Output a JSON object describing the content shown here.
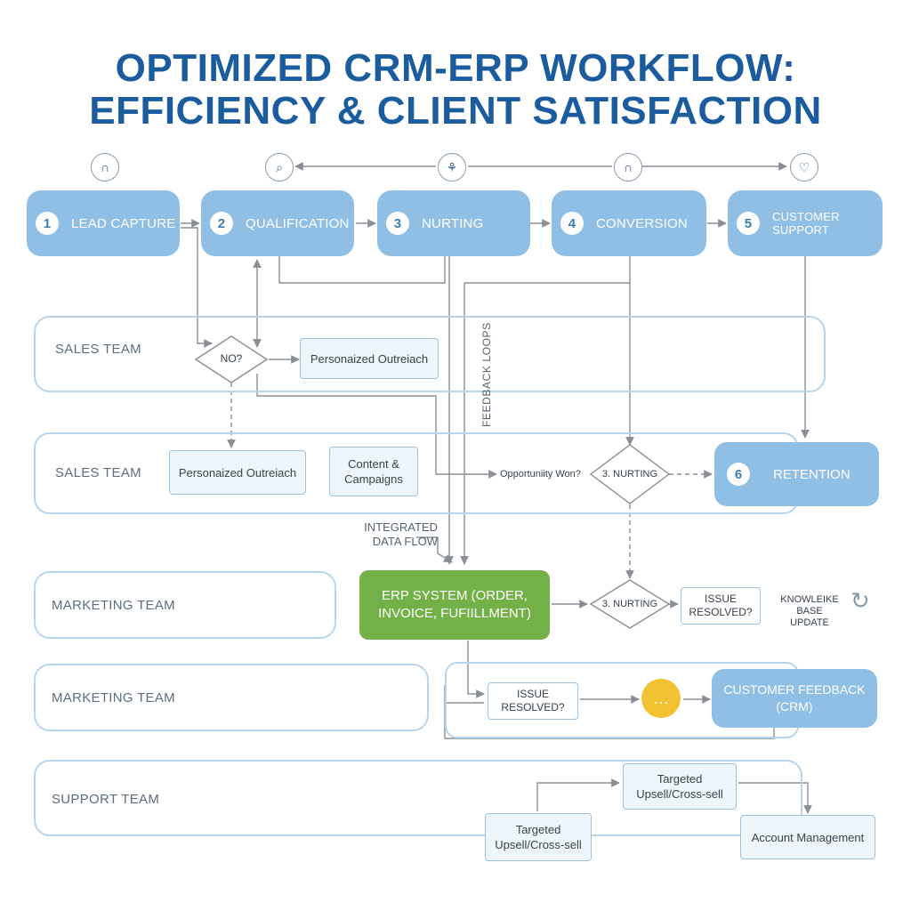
{
  "title": {
    "line1": "OPTIMIZED CRM-ERP WORKFLOW:",
    "line2": "EFFICIENCY & CLIENT SATISFACTION"
  },
  "icons": [
    "magnet-icon",
    "magnifier-icon",
    "sprout-icon",
    "headset-icon",
    "shield-heart-icon"
  ],
  "stages": [
    {
      "num": "1",
      "label": "LEAD CAPTURE"
    },
    {
      "num": "2",
      "label": "QUALIFICATION"
    },
    {
      "num": "3",
      "label": "NURTING"
    },
    {
      "num": "4",
      "label": "CONVERSION"
    },
    {
      "num": "5",
      "label": "CUSTOMER SUPPORT"
    }
  ],
  "lanes": [
    {
      "label": "SALES TEAM"
    },
    {
      "label": "SALES TEAM"
    },
    {
      "label": "MARKETING TEAM"
    },
    {
      "label": "MARKETING TEAM"
    },
    {
      "label": "SUPPORT TEAM"
    }
  ],
  "nodes": {
    "no_decision": "NO?",
    "outreach_1": "Personaized Outreiach",
    "outreach_2": "Personaized Outreiach",
    "content_line1": "Content &",
    "content_line2": "Campaigns",
    "opportunity": "Opportuniity Won?",
    "nurting_decision_1": "3. NURTING",
    "retention_num": "6",
    "retention_label": "RETENTION",
    "feedback_loops": "FEEDBACK LOOPS",
    "integrated_line1": "INTEGRATED",
    "integrated_line2": "DATA FLOW",
    "erp_line1": "ERP SYSTEM (ORDER,",
    "erp_line2": "INVOICE, FUFIILLMENT)",
    "nurting_decision_2": "3. NURTING",
    "issue_1_line1": "ISSUE",
    "issue_1_line2": "RESOLVED?",
    "kb_line1": "KNOWLEIKE BASE",
    "kb_line2": "UPDATE",
    "issue_2_line1": "ISSUE",
    "issue_2_line2": "RESOLVED?",
    "feedback_line1": "CUSTOMER FEEDBACK",
    "feedback_line2": "(CRM)",
    "upsell_1_line1": "Targeted",
    "upsell_1_line2": "Upsell/Cross-sell",
    "upsell_2_line1": "Targeted",
    "upsell_2_line2": "Upsell/Cross-sell",
    "account": "Account Management"
  },
  "colors": {
    "title": "#1a5c9e",
    "stage_fill": "#8fbfe4",
    "lane_border": "#b8d4ea",
    "erp_green": "#73b048",
    "chat_yellow": "#f2c233",
    "line_gray": "#8a8f96"
  }
}
